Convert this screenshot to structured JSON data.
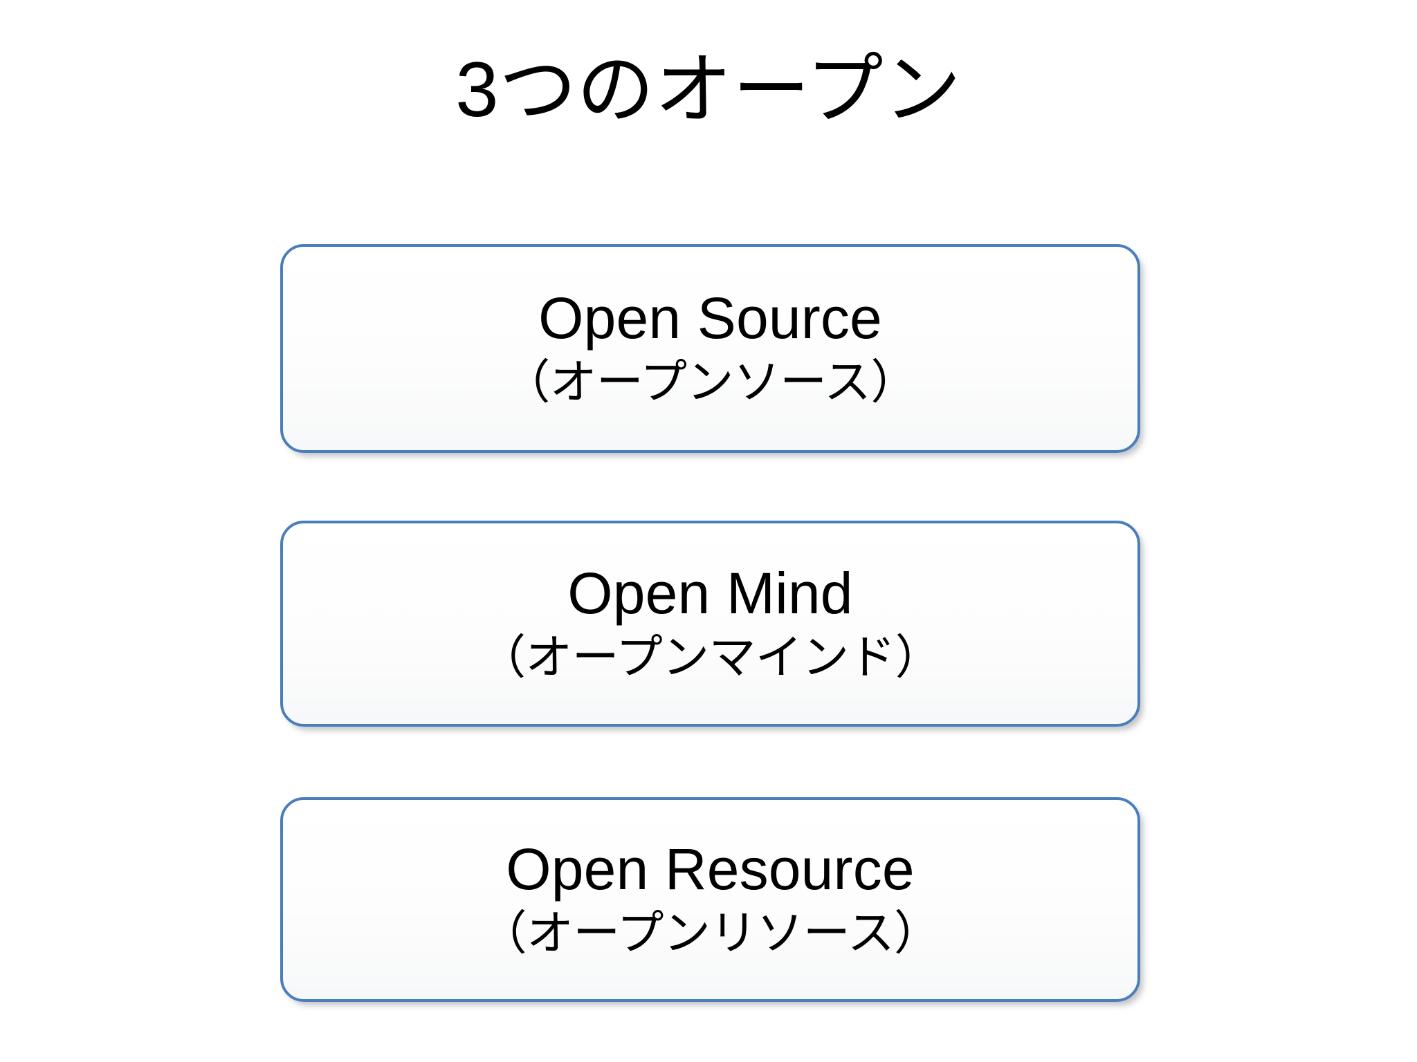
{
  "slide": {
    "title": "3つのオープン",
    "background_color": "#ffffff",
    "text_color": "#000000",
    "accent_color": "#4a7ebb"
  },
  "boxes": [
    {
      "id": "open-source",
      "title_en": "Open Source",
      "title_ja": "（オープンソース）"
    },
    {
      "id": "open-mind",
      "title_en": "Open Mind",
      "title_ja": "（オープンマインド）"
    },
    {
      "id": "open-resource",
      "title_en": "Open Resource",
      "title_ja": "（オープンリソース）"
    }
  ]
}
